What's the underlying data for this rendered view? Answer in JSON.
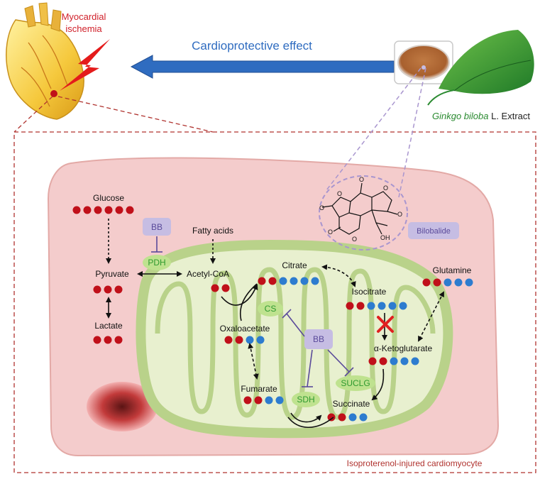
{
  "labels": {
    "ischemia_line1": "Myocardial",
    "ischemia_line2": "ischemia",
    "effect": "Cardioprotective effect",
    "extract_species": "Ginkgo biloba",
    "extract_rest": " L. Extract",
    "bilobalide": "Bilobalide",
    "cell_caption": "Isoproterenol-injured cardiomyocyte"
  },
  "metabolites": {
    "glucose": "Glucose",
    "fatty_acids": "Fatty acids",
    "pyruvate": "Pyruvate",
    "lactate": "Lactate",
    "acetyl_coa": "Acetyl-CoA",
    "citrate": "Citrate",
    "isocitrate": "Isocitrate",
    "glutamine": "Glutamine",
    "oxaloacetate": "Oxaloacetate",
    "a_kg": "α-Ketoglutarate",
    "fumarate": "Fumarate",
    "succinate": "Succinate"
  },
  "enzymes": {
    "pdh": "PDH",
    "cs": "CS",
    "sdh": "SDH",
    "suclg": "SUCLG"
  },
  "inhibitor": {
    "bb_top": "BB",
    "bb_center": "BB"
  },
  "dot_patterns": {
    "glucose": {
      "red": 6,
      "blue": 0
    },
    "pyruvate": {
      "red": 3,
      "blue": 0
    },
    "lactate": {
      "red": 3,
      "blue": 0
    },
    "acetyl_coa": {
      "red": 2,
      "blue": 0
    },
    "citrate": {
      "red": 2,
      "blue": 4
    },
    "isocitrate": {
      "red": 2,
      "blue": 4
    },
    "glutamine": {
      "red": 2,
      "blue": 3
    },
    "oxaloacetate": {
      "red": 2,
      "blue": 2
    },
    "a_kg": {
      "red": 2,
      "blue": 3
    },
    "fumarate": {
      "red": 2,
      "blue": 2
    },
    "succinate": {
      "red": 2,
      "blue": 2
    }
  },
  "colors": {
    "red_dot": "#c0101a",
    "blue_dot": "#2d7ccf",
    "cell_fill": "#f4cccc",
    "cell_stroke": "#e3a9a6",
    "mito_fill": "#e8f0cf",
    "mito_stroke": "#b9d28a",
    "enzyme_fill": "#bfe28f",
    "enzyme_text": "#2f9a2f",
    "bb_fill": "#c6bde3",
    "bb_text": "#5a4a9a",
    "arrow_blue": "#2f6cc0",
    "dashed_red": "#b0332f",
    "dashed_purple": "#a996cf",
    "title_red": "#d0202a",
    "caption_red": "#b0332f"
  }
}
